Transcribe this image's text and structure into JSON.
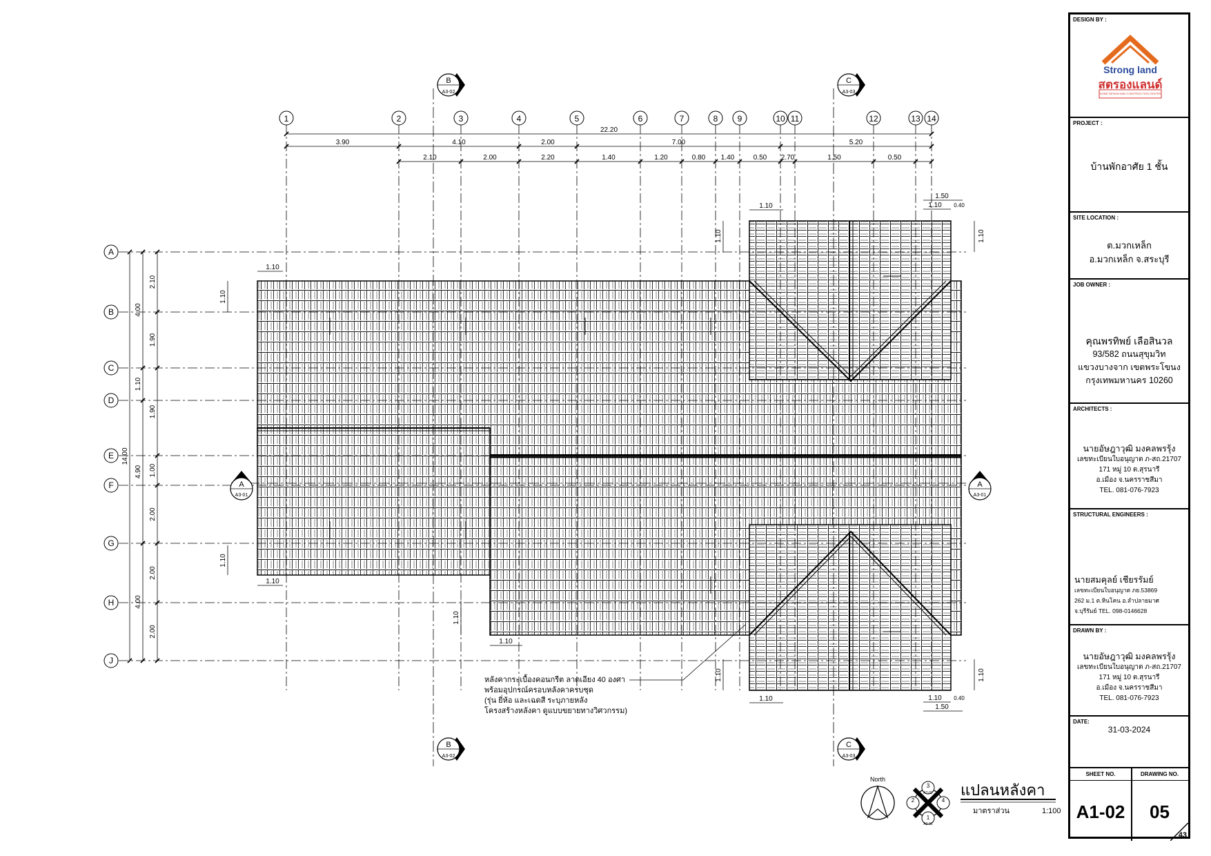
{
  "grid_x": [
    {
      "label": "1"
    },
    {
      "label": "2"
    },
    {
      "label": "3"
    },
    {
      "label": "4"
    },
    {
      "label": "5"
    },
    {
      "label": "6"
    },
    {
      "label": "7"
    },
    {
      "label": "8"
    },
    {
      "label": "9"
    },
    {
      "label": "10"
    },
    {
      "label": "11"
    },
    {
      "label": "12"
    },
    {
      "label": "13"
    },
    {
      "label": "14"
    }
  ],
  "grid_y": [
    {
      "label": "A"
    },
    {
      "label": "B"
    },
    {
      "label": "C"
    },
    {
      "label": "D"
    },
    {
      "label": "E"
    },
    {
      "label": "F"
    },
    {
      "label": "G"
    },
    {
      "label": "H"
    },
    {
      "label": "J"
    }
  ],
  "dims_top": {
    "overall": "22.20",
    "row1": [
      "3.90",
      "4.10",
      "2.00",
      "7.00",
      "5.20"
    ],
    "row2": [
      "2.10",
      "2.00",
      "2.20",
      "1.40",
      "1.20",
      "0.80",
      "1.40",
      "0.50",
      "2.70",
      "1.50",
      "0.50"
    ]
  },
  "dims_left": {
    "overall": "14.00",
    "row1": [
      "4.00",
      "1.10",
      "4.90",
      "4.00"
    ],
    "row2": [
      "2.10",
      "1.90",
      "1.90",
      "1.00",
      "2.00",
      "2.00",
      "2.00"
    ]
  },
  "dims_local": {
    "overhang": "1.10",
    "overhang_b": "1.50",
    "small": "0.40"
  },
  "section_marks": [
    {
      "letter": "B",
      "ref": "A3-02"
    },
    {
      "letter": "C",
      "ref": "A3-03"
    },
    {
      "letter": "A",
      "ref": "A3-01"
    }
  ],
  "roof_note": [
    "หลังคากระเบื้องคอนกรีต ลาดเอียง 40 องศา",
    "พร้อมอุปกรณ์ครอบหลังคาครบชุด",
    "(รุ่น ยี่ห้อ และเฉดสี ระบุภายหลัง",
    "โครงสร้างหลังคา ดูแบบขยายทางวิศวกรรม)"
  ],
  "plan_title": {
    "title": "แปลนหลังคา",
    "scale_label": "มาตราส่วน",
    "scale": "1:100",
    "north": "North"
  },
  "key_symbol": {
    "top": "3",
    "left": "2",
    "right": "4",
    "bottom": "1",
    "ref": "A2-02",
    "ref_b": "A2-01"
  },
  "title_block": {
    "design_by_label": "DESIGN BY :",
    "logo_en": "Strong land",
    "logo_th": "สตรองแลนด์",
    "logo_sub": "HOME DESIGN AND CONSTRUCTION CENTER",
    "project_label": "PROJECT :",
    "project": "บ้านพักอาศัย 1 ชั้น",
    "site_label": "SITE LOCATION :",
    "site": [
      "ต.มวกเหล็ก",
      "อ.มวกเหล็ก จ.สระบุรี"
    ],
    "owner_label": "JOB OWNER :",
    "owner": [
      "คุณพรทิพย์ เลือสินวล",
      "93/582 ถนนสุขุมวิท",
      "แขวงบางจาก เขตพระโขนง",
      "กรุงเทพมหานคร 10260"
    ],
    "architects_label": "ARCHITECTS :",
    "architects": [
      "นายอัษฎาวุฒิ มงคลพรรุ้ง",
      "เลขทะเบียนใบอนุญาต ภ-สถ.21707",
      "171 หมู่ 10 ต.สุรนารี",
      "อ.เมือง จ.นครราชสีมา",
      "TEL. 081-076-7923"
    ],
    "structural_label": "STRUCTURAL ENGINEERS :",
    "structural": [
      "นายสมคุลย์ เชียรรัมย์",
      "เลขทะเบียนใบอนุญาต ภย.53869",
      "262 ม.1 ต.หินโคน อ.ลำปลายมาศ",
      "จ.บุรีรัมย์    TEL. 098-0146628"
    ],
    "drawn_label": "DRAWN BY :",
    "drawn": [
      "นายอัษฎาวุฒิ มงคลพรรุ้ง",
      "เลขทะเบียนใบอนุญาต ภ-สถ.21707",
      "171 หมู่ 10 ต.สุรนารี",
      "อ.เมือง จ.นครราชสีมา",
      "TEL. 081-076-7923"
    ],
    "date_label": "DATE:",
    "date": "31-03-2024",
    "sheet_no_label": "SHEET NO.",
    "sheet_no": "A1-02",
    "drawing_no_label": "DRAWING NO.",
    "drawing_no": "05",
    "page_total": "43"
  }
}
